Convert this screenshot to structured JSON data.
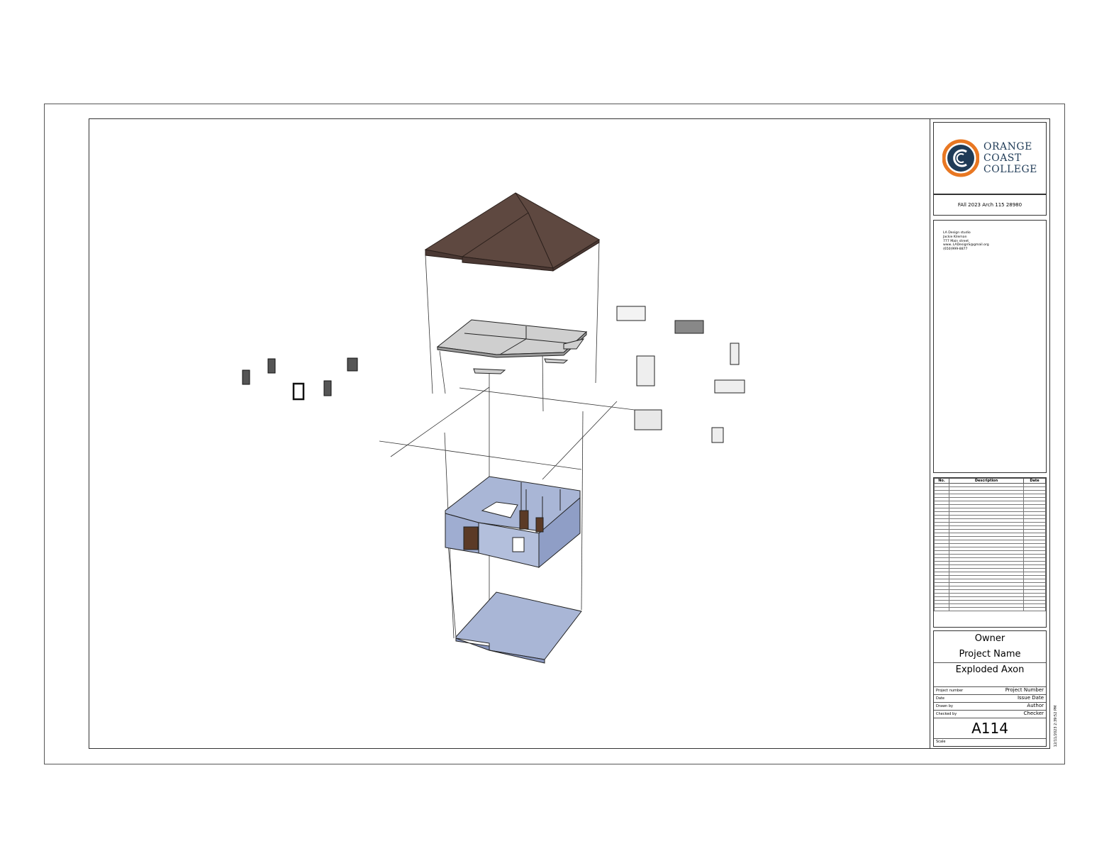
{
  "titleblock": {
    "logo": {
      "line1": "ORANGE",
      "line2": "COAST",
      "line3": "COLLEGE",
      "ring_color": "#e87722",
      "navy": "#1f3b57"
    },
    "course": "FAll 2023 Arch 115 28980",
    "studio": {
      "lines": [
        "LA Design studio",
        "Jackie Kileman",
        "777 Main street",
        "www..LADesignS@gmail.org",
        "(650)999-8877"
      ]
    },
    "revisions": {
      "headers": [
        "No.",
        "Description",
        "Date"
      ]
    },
    "project": {
      "owner": "Owner",
      "name": "Project Name",
      "sheet_title": "Exploded Axon",
      "rows": [
        {
          "label": "Project number",
          "value": "Project Number"
        },
        {
          "label": "Date",
          "value": "Issue Date"
        },
        {
          "label": "Drawn by",
          "value": "Author"
        },
        {
          "label": "Checked by",
          "value": "Checker"
        }
      ],
      "sheet_number": "A114",
      "scale_label": "Scale"
    },
    "stamp": "12/11/2023 2:39:52 PM"
  },
  "colors": {
    "roof": "#5e4840",
    "walls": "#a9b6d6",
    "floor": "#a9b6d6",
    "ceiling": "#cfcfcf",
    "door": "#5b3a26"
  }
}
